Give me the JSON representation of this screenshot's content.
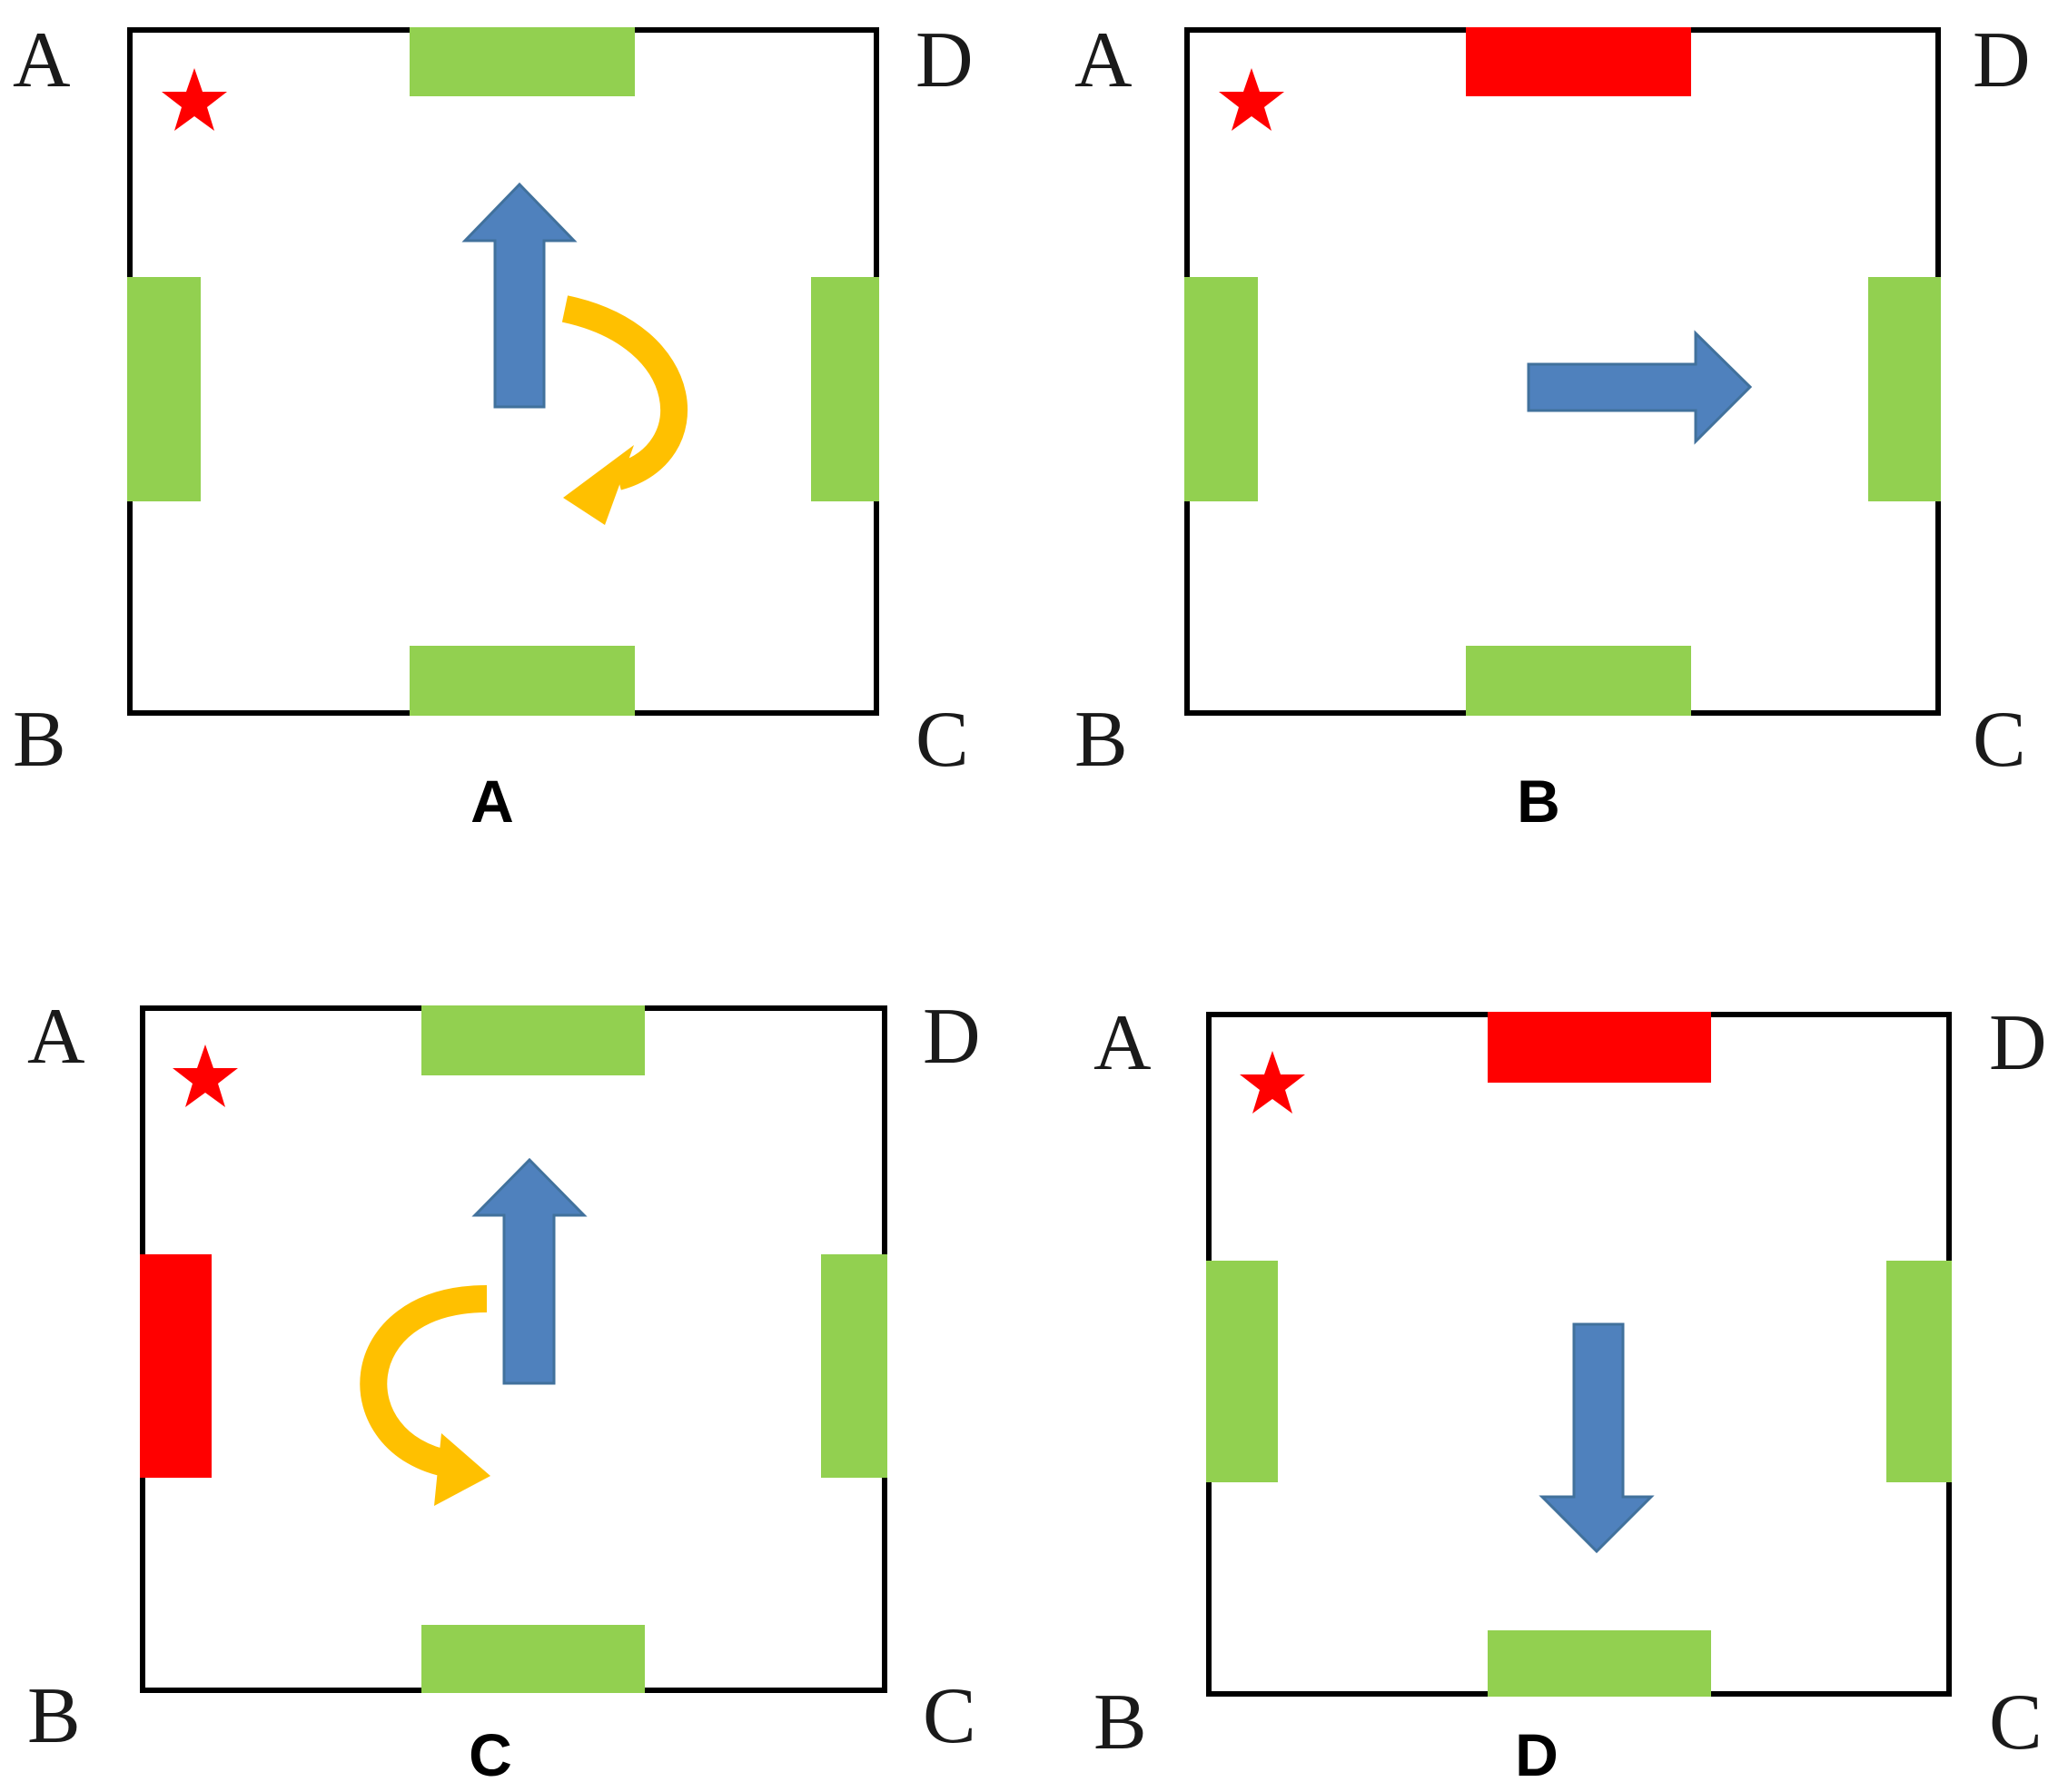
{
  "colors": {
    "wall": "#000000",
    "open_door": "#92d050",
    "closed_door": "#ff0000",
    "move_arrow": "#4f81bd",
    "turn_arrow": "#ffc000",
    "target_star": "#ff0000"
  },
  "icons": {
    "star": "target-star-icon",
    "move_arrow": "movement-arrow-icon",
    "turn_arrow": "turn-arrow-icon"
  },
  "panels": [
    {
      "caption": "A",
      "corners": {
        "tl": "A",
        "bl": "B",
        "br": "C",
        "tr": "D"
      },
      "doors": {
        "top": "open",
        "left": "open",
        "right": "open",
        "bottom": "open"
      },
      "move_arrow": "up",
      "turn_arrow": "clockwise"
    },
    {
      "caption": "B",
      "corners": {
        "tl": "A",
        "bl": "B",
        "br": "C",
        "tr": "D"
      },
      "doors": {
        "top": "closed",
        "left": "open",
        "right": "open",
        "bottom": "open"
      },
      "move_arrow": "right",
      "turn_arrow": null
    },
    {
      "caption": "C",
      "corners": {
        "tl": "A",
        "bl": "B",
        "br": "C",
        "tr": "D"
      },
      "doors": {
        "top": "open",
        "left": "closed",
        "right": "open",
        "bottom": "open"
      },
      "move_arrow": "up",
      "turn_arrow": "counterclockwise"
    },
    {
      "caption": "D",
      "corners": {
        "tl": "A",
        "bl": "B",
        "br": "C",
        "tr": "D"
      },
      "doors": {
        "top": "closed",
        "left": "open",
        "right": "open",
        "bottom": "open"
      },
      "move_arrow": "down",
      "turn_arrow": null
    }
  ]
}
